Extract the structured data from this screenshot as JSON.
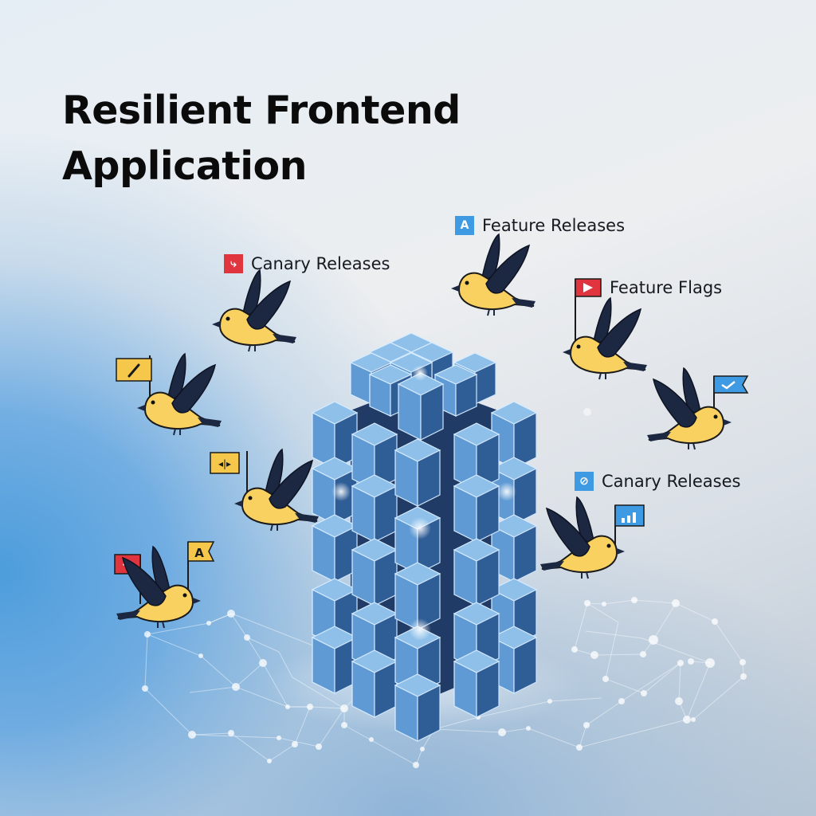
{
  "header": {
    "title_line1": "Resilient Frontend",
    "title_line2": "Application"
  },
  "labels": [
    {
      "id": "feature-releases",
      "text": "Feature Releases",
      "icon": "arrow-a-icon",
      "badge_color": "#3e9ae2",
      "glyph": "A"
    },
    {
      "id": "canary-releases-top",
      "text": "Canary Releases",
      "icon": "branch-merge-icon",
      "badge_color": "#e0343f",
      "glyph": "⤷"
    },
    {
      "id": "feature-flags",
      "text": "Feature Flags",
      "icon": "play-flag-icon",
      "badge_color": "#e0343f",
      "glyph": "▶"
    },
    {
      "id": "canary-releases-right",
      "text": "Canary Releases",
      "icon": "slashed-circle-icon",
      "badge_color": "#3e9ae2",
      "glyph": "⊘"
    }
  ],
  "birds": [
    {
      "id": "bird-canary-top",
      "flag": null
    },
    {
      "id": "bird-feature-releases",
      "flag": null
    },
    {
      "id": "bird-feature-flags",
      "flag": "red-play-flag"
    },
    {
      "id": "bird-left-upper",
      "flag": "yellow-pencil-flag",
      "flag_glyph": "✎"
    },
    {
      "id": "bird-right-check",
      "flag": "blue-check-flag",
      "flag_glyph": "✓"
    },
    {
      "id": "bird-left-middle",
      "flag": "yellow-code-flag",
      "flag_glyph": "◂|▸"
    },
    {
      "id": "bird-right-chart",
      "flag": "blue-bar-chart-flag"
    },
    {
      "id": "bird-left-lower",
      "flags": [
        "red-plus-flag",
        "yellow-a-flag"
      ],
      "flag_glyphs": [
        "+",
        "A"
      ]
    }
  ],
  "colors": {
    "bird_body": "#f9d160",
    "bird_wing": "#1c2841",
    "flag_yellow": "#f5c84c",
    "flag_red": "#e0343f",
    "flag_blue": "#3e9ae2",
    "cube_light": "#6fa8dc",
    "cube_mid": "#4a80bd",
    "cube_dark": "#223f6e"
  }
}
